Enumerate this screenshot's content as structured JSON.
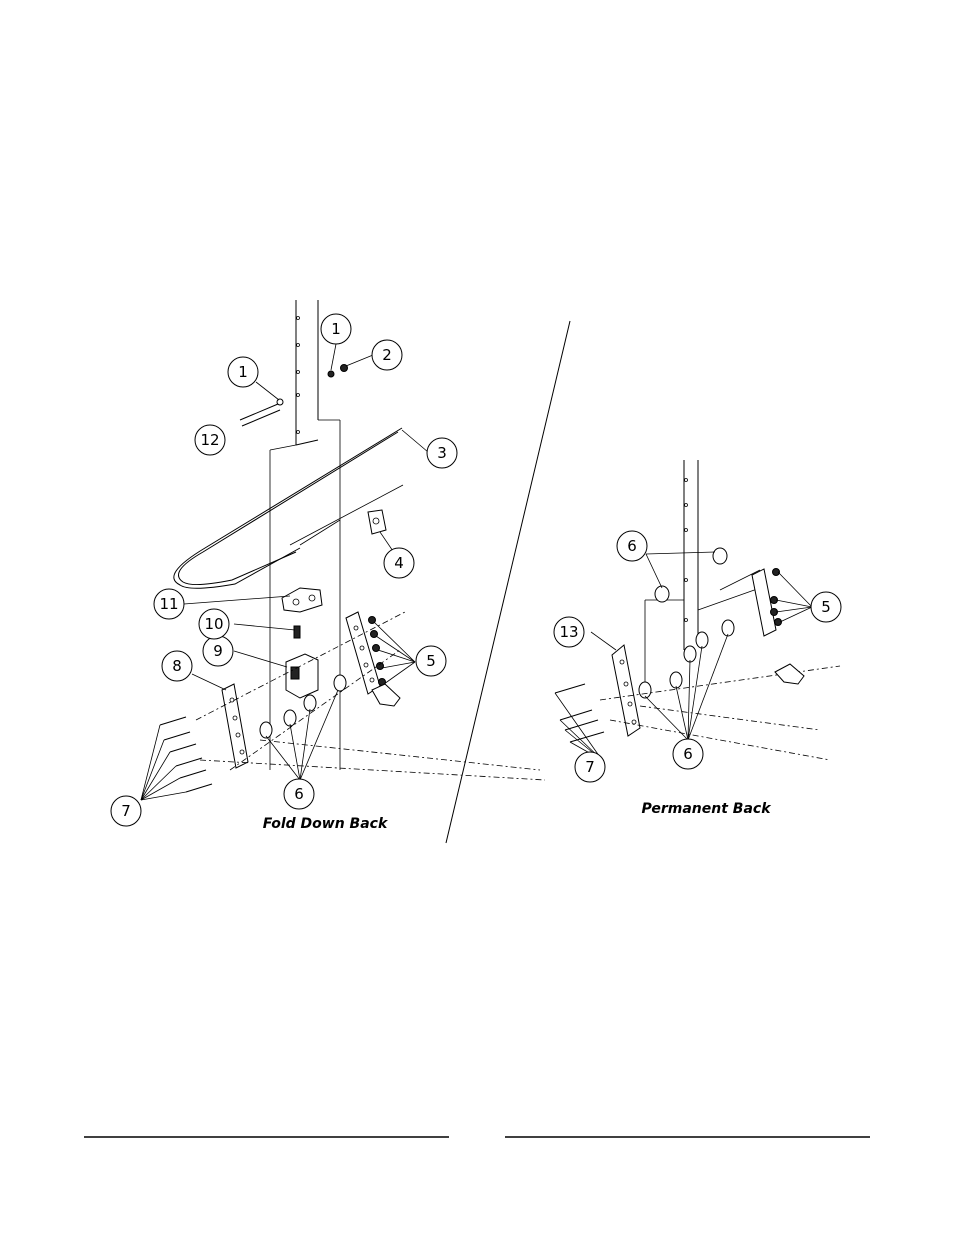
{
  "diagram": {
    "left_view": {
      "caption": "Fold Down Back",
      "callouts": [
        "1",
        "1",
        "2",
        "3",
        "4",
        "5",
        "6",
        "7",
        "8",
        "9",
        "10",
        "11",
        "12"
      ]
    },
    "right_view": {
      "caption": "Permanent  Back",
      "callouts": [
        "5",
        "6",
        "6",
        "7",
        "13"
      ]
    }
  }
}
